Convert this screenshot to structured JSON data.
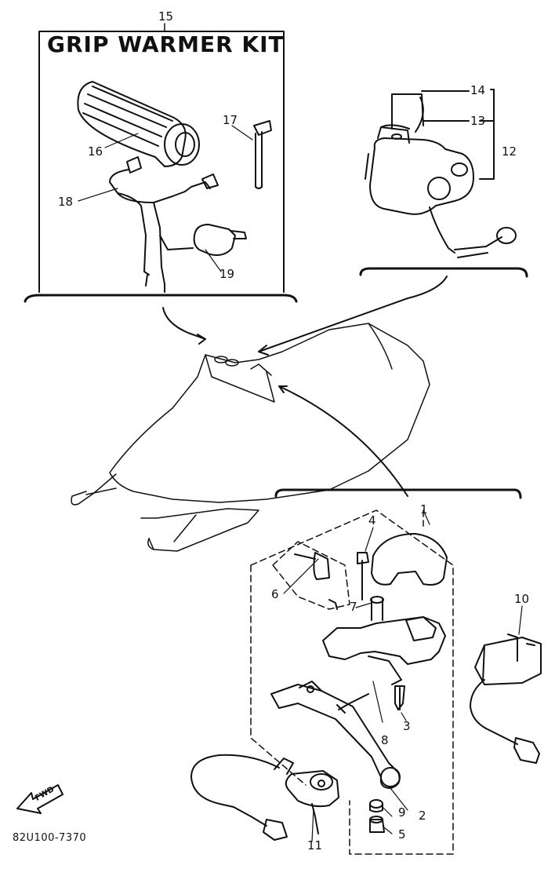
{
  "kit": {
    "title": "GRIP WARMER KIT"
  },
  "callouts": {
    "p1": "1",
    "p2": "2",
    "p3": "3",
    "p4": "4",
    "p5": "5",
    "p6": "6",
    "p7": "7",
    "p8": "8",
    "p9": "9",
    "p10": "10",
    "p11": "11",
    "p12": "12",
    "p13": "13",
    "p14": "14",
    "p15": "15",
    "p16": "16",
    "p17": "17",
    "p18": "18",
    "p19": "19"
  },
  "fwd": "FWD",
  "catalog_number": "82U100-7370"
}
